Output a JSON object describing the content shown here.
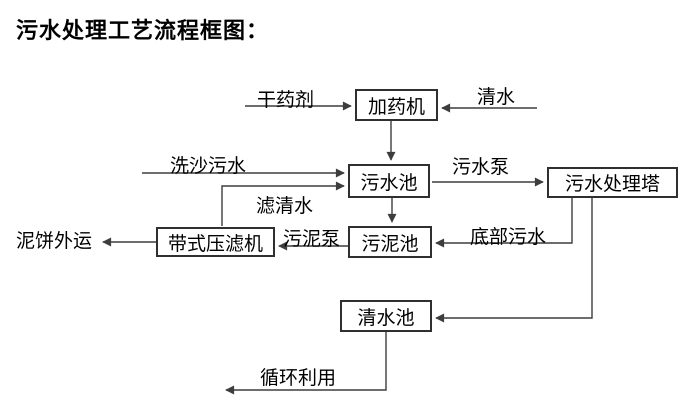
{
  "title": "污水处理工艺流程框图：",
  "diagram": {
    "nodes": {
      "dosing_machine": "加药机",
      "sewage_pool": "污水池",
      "treatment_tower": "污水处理塔",
      "sludge_pool": "污泥池",
      "belt_filter_press": "带式压滤机",
      "clean_water_pool": "清水池"
    },
    "flow_labels": {
      "dry_agent": "干药剂",
      "clean_water": "清水",
      "sand_wash_sewage": "洗沙污水",
      "sewage_pump": "污水泵",
      "filtered_water": "滤清水",
      "sludge_pump": "污泥泵",
      "bottom_sewage": "底部污水",
      "mud_cake_outbound": "泥饼外运",
      "recycle_use": "循环利用"
    },
    "colors": {
      "background": "#ffffff",
      "line": "#3d3d3d",
      "box_border": "#2f2f2f",
      "text": "#000000"
    }
  }
}
